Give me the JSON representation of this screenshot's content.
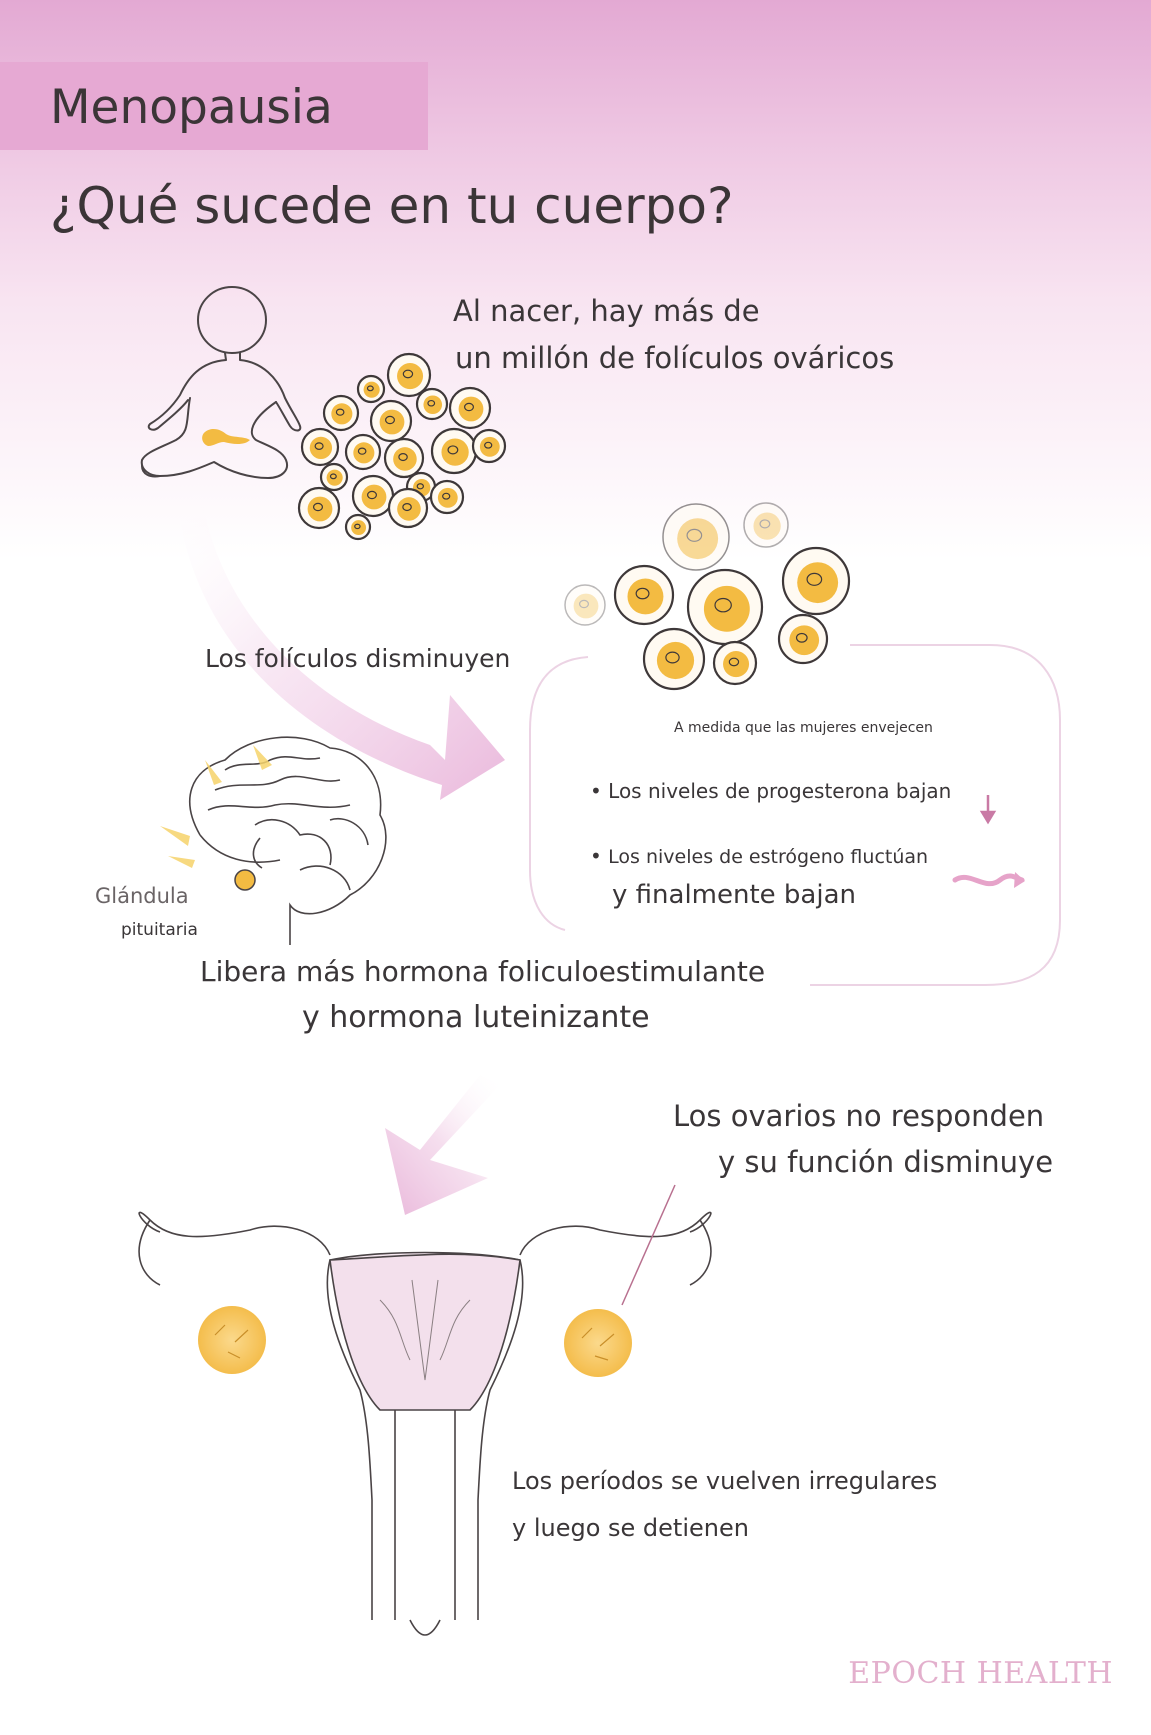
{
  "header": {
    "tag": "Menopausia",
    "title": "¿Qué sucede en tu cuerpo?"
  },
  "birth": {
    "line1": "Al nacer, hay más de",
    "line2": "un millón de folículos ováricos"
  },
  "follicles_decrease": "Los folículos disminuyen",
  "aging_box": {
    "heading": "A medida que las mujeres envejecen",
    "bullet1": "Los niveles de progesterona bajan",
    "bullet2_line1": "Los niveles de estrógeno fluctúan",
    "bullet2_line2": "y finalmente bajan"
  },
  "pituitary": {
    "line1": "Glándula",
    "line2": "pituitaria"
  },
  "hormones": {
    "line1": "Libera más hormona foliculoestimulante",
    "line2": "y hormona luteinizante"
  },
  "ovaries": {
    "line1": "Los ovarios no responden",
    "line2": "y su función disminuye"
  },
  "periods": {
    "line1": "Los períodos se vuelven irregulares",
    "line2": "y luego se detienen"
  },
  "brand": "EPOCH HEALTH",
  "colors": {
    "header_pink": "#e6a9d3",
    "follicle_yellow": "#f3bb42",
    "arrow_pink": "#eec8e3",
    "text": "#3a3638"
  },
  "icons": [
    "baby-outline-icon",
    "follicle-cluster-icon",
    "brain-icon",
    "uterus-icon",
    "down-arrow-icon",
    "wavy-arrow-icon"
  ]
}
